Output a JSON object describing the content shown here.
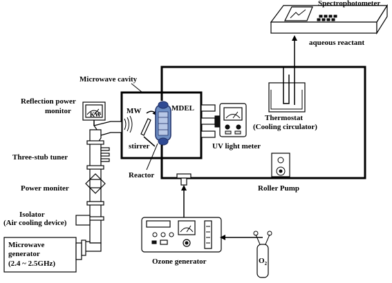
{
  "labels": {
    "spectrophotometer": "Spectrophotometer",
    "aqueous_reactant": "aqueous reactant",
    "microwave_cavity": "Microwave cavity",
    "reflection_power_1": "Reflection power",
    "reflection_power_2": "monitor",
    "kw": "KW",
    "mw": "MW",
    "mdel": "MDEL",
    "stirrer": "stirrer",
    "reactor": "Reactor",
    "thermostat_1": "Thermostat",
    "thermostat_2": "(Cooling circulator)",
    "uv_light_meter": "UV light meter",
    "three_stub_tuner": "Three-stub tuner",
    "power_monitor": "Power moniter",
    "isolator_1": "Isolator",
    "isolator_2": "(Air cooling device)",
    "roller_pump": "Roller  Pump",
    "microwave_gen_1": "Microwave",
    "microwave_gen_2": "generator",
    "microwave_gen_3": "(2.4 ~ 2.5GHz)",
    "ozone_generator": "Ozone generator",
    "o2_main": "O",
    "o2_sub": "2"
  }
}
